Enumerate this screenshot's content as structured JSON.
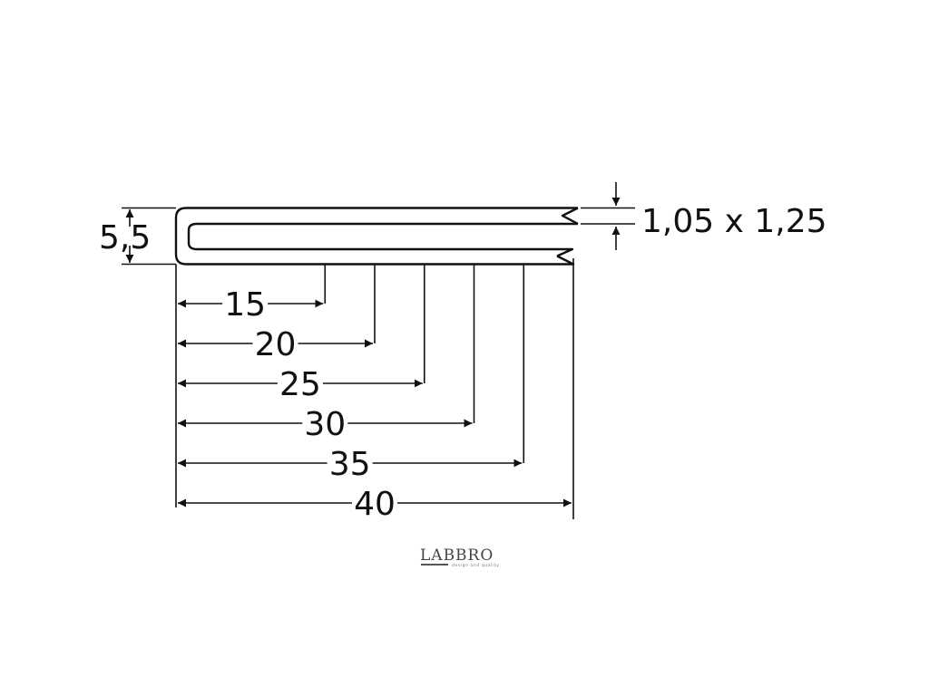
{
  "diagram": {
    "height_label": "5,5",
    "wire_label": "1,05 x 1,25",
    "lengths": [
      {
        "label": "15",
        "value": 15
      },
      {
        "label": "20",
        "value": 20
      },
      {
        "label": "25",
        "value": 25
      },
      {
        "label": "30",
        "value": 30
      },
      {
        "label": "35",
        "value": 35
      },
      {
        "label": "40",
        "value": 40
      }
    ]
  },
  "logo": {
    "brand": "LABBRO",
    "tagline": "design and quality"
  },
  "colors": {
    "line": "#111111",
    "logo_text": "#444444"
  }
}
